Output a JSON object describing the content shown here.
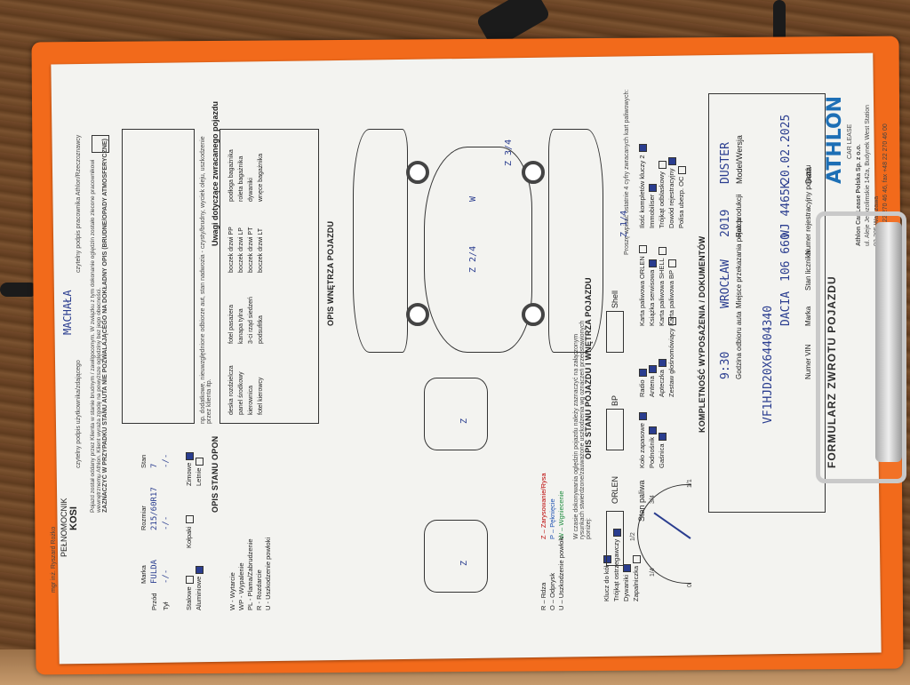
{
  "header": {
    "brand": "ATHLON",
    "brand_sub": "CAR LEASE",
    "company": "Athlon Car Lease Polska Sp. z o.o.",
    "address1": "ul. Aleje Jerozolimskie 142a, Budynek West Station",
    "address2": "02-305 Warszawa",
    "phone": "tel. + 48 22 270 46 46, fax +48 22 270 46 00",
    "form_title": "FORMULARZ ZWROTU POJAZDU"
  },
  "fields": {
    "data_label": "Data",
    "data_value": "20.02.2025",
    "reg_label": "Numer rejestracyjny pojazdu",
    "reg_value": "WJ 4465K",
    "licznik_label": "Stan licznika",
    "licznik_value": "106 660",
    "marka_label": "Marka",
    "marka_value": "DACIA",
    "vin_label": "Numer VIN",
    "vin_value": "VF1HJD20X64404340",
    "model_label": "Model/Wersja",
    "model_value": "DUSTER",
    "rok_label": "Rok produkcji",
    "rok_value": "2019",
    "miejsce_label": "Miejsce przekazania pojazdu",
    "miejsce_value": "WROCŁAW",
    "godzina_label": "Godzina odbioru auta",
    "godzina_value": "9:30",
    "paliwo_label": "Stan paliwa",
    "gauge_ticks": [
      "0",
      "1/4",
      "1/2",
      "3/4",
      "1/1"
    ]
  },
  "equipment": {
    "title": "KOMPLETNOŚĆ WYPOSAŻENIA / DOKUMENTÓW",
    "col1": [
      "Ilość kompletów kluczy 2",
      "Immobiliser",
      "Trójkąt odblaskowy",
      "Dowód rejestracyjny",
      "Polisa ubezp. OC"
    ],
    "col2": [
      "Karta paliwowa ORLEN",
      "Książka serwisowa",
      "Karta paliwowa SHELL",
      "Karta paliwowa BP"
    ],
    "col3": [
      "Radio",
      "Antena",
      "Apteczka",
      "Zestaw głośnomówiący"
    ],
    "col4": [
      "Koło zapasowe",
      "Podnośnik",
      "Gaśnica"
    ],
    "col5": [
      "Klucz do kół",
      "Trójkąt ostrzegawczy",
      "Dywaniki",
      "Zapalniczka"
    ],
    "fuel_note": "Proszę wpisać ostatnie 4 cyfry zwracanych kart paliwowych:",
    "cards": [
      "Shell",
      "BP",
      "ORLEN"
    ]
  },
  "damage": {
    "title": "OPIS STANU POJAZDU I WNĘTRZA POJAZDU",
    "note": "W czasie dokonywania oględzin pojazdu należy zaznaczyć na załączonym rysunkach stwierdzone/zauważone uszkodzenia wg oznaczeń przedstawionych poniżej:",
    "legend": [
      "Z – Zarysowanie/Rysa",
      "P – Pęknięcie",
      "W – Wgniecenie",
      "R – Rdza",
      "O – Odprysk",
      "U – Uszkodzenie powłoki"
    ],
    "marks": [
      "Z 3/4",
      "Z 1/4",
      "Z 2/4",
      "W",
      "Z",
      "Z"
    ]
  },
  "interior": {
    "title": "OPIS WNĘTRZA POJAZDU",
    "rows": [
      "deska rozdzielcza",
      "panel środkowy",
      "kierownica",
      "fotel kierowcy",
      "fotel pasażera",
      "kanapa tylna",
      "3-ci rząd siedzeń",
      "podsufitka",
      "boczek drzwi PP",
      "boczek drzwi LP",
      "boczek drzwi PT",
      "boczek drzwi LT",
      "podłoga bagażnika",
      "roleta bagażnika",
      "dywaniki",
      "wnęce bagażnika"
    ],
    "notes_label": "Uwagi dotyczące zwracanego pojazdu",
    "notes_sub": "np. dodatkowe, nieuwzględnione odbiorze aut, stan nadwozia - czysty/brudny, wyciek oleju, uszkodzenie przez klienta itp.",
    "legend2": [
      "W - Wytarcie",
      "WP - Wypalenie",
      "PL - Plama/Zabrudzenie",
      "R - Rozdarcie",
      "U - Uszkodzenie powłoki"
    ]
  },
  "tyres": {
    "title": "OPIS STANU OPON",
    "types": [
      "Stalowe",
      "Aluminiowe",
      "Kołpaki",
      "Zimowe",
      "Letnie"
    ],
    "cols": [
      "Marka",
      "Rozmiar",
      "Stan"
    ],
    "rows": [
      [
        "Przód",
        "FULDA",
        "215/60R17",
        "7"
      ],
      [
        "Tył",
        "-/-",
        "-/-",
        "-/-"
      ]
    ]
  },
  "footer": {
    "consent": "ZAZNACZYĆ W PRZYPADKU STANU AUTA NIE POZWALAJĄCEGO NA DOKŁADNY OPIS (BRUDNE/OPADY ATMOSFERYCZNE)",
    "consent_text": "Pojazd został oddany przez Klienta w stanie brudnym / zawilgoconym. W związku z tym dokonanie oględzin zostało zlecone pracownikowi wewnętrznemu Athlon. Klient wyraża zgodę na powyższe oględziny bez jego obecności.",
    "sig1_label": "czytelny podpis pracownika Athlon/Rzeczoznawcy",
    "sig2_label": "czytelny podpis użytkownika/zdającego",
    "signer_name": "MACHAŁA",
    "signer_title": "PEŁNOMOCNIK",
    "stamp": "KOSI",
    "agent": "mgr inż. Ryszard Rożko"
  }
}
